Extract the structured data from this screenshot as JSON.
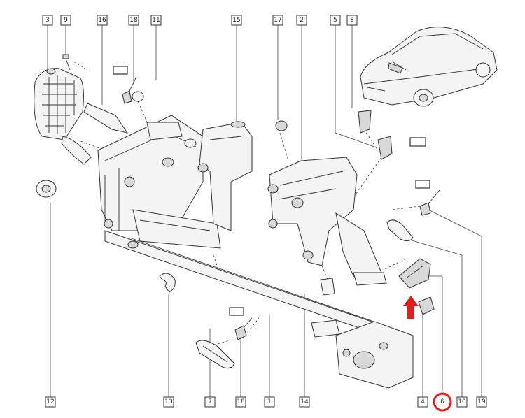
{
  "callouts": [
    {
      "id": "c3",
      "label": "3"
    },
    {
      "id": "c9",
      "label": "9"
    },
    {
      "id": "c16",
      "label": "16"
    },
    {
      "id": "c18a",
      "label": "18"
    },
    {
      "id": "c11",
      "label": "11"
    },
    {
      "id": "c15",
      "label": "15"
    },
    {
      "id": "c17",
      "label": "17"
    },
    {
      "id": "c2",
      "label": "2"
    },
    {
      "id": "c5",
      "label": "5"
    },
    {
      "id": "c8",
      "label": "8"
    },
    {
      "id": "c12",
      "label": "12"
    },
    {
      "id": "c13",
      "label": "13"
    },
    {
      "id": "c7",
      "label": "7"
    },
    {
      "id": "c18b",
      "label": "18"
    },
    {
      "id": "c1",
      "label": "1"
    },
    {
      "id": "c14",
      "label": "14"
    },
    {
      "id": "c4",
      "label": "4"
    },
    {
      "id": "c10",
      "label": "10"
    },
    {
      "id": "c19",
      "label": "19"
    }
  ],
  "highlight": {
    "label": "6",
    "color": "#e0201b"
  },
  "arrow_color": "#e0201b"
}
